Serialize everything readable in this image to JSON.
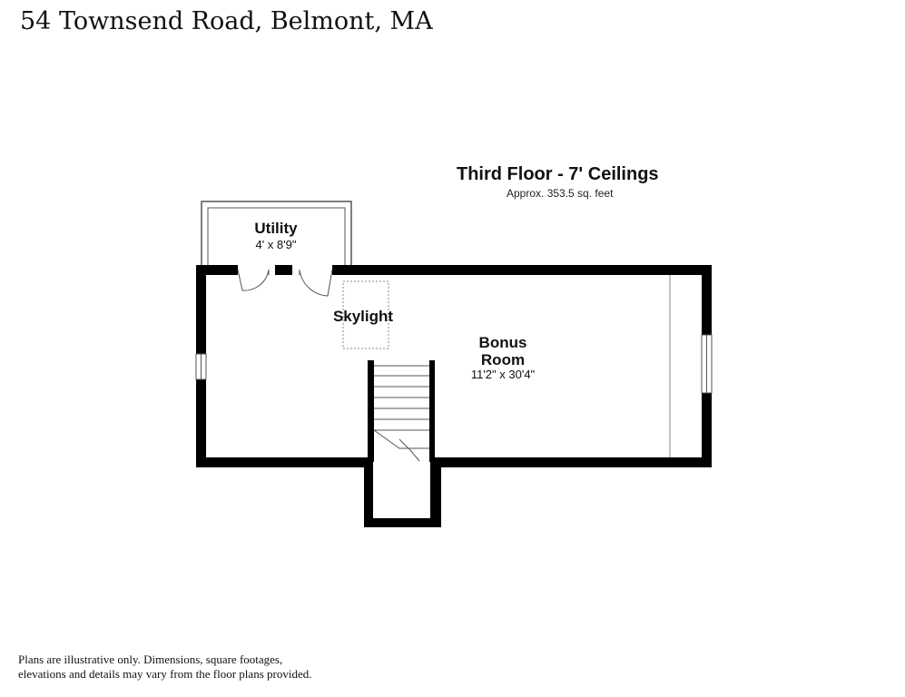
{
  "header": {
    "address": "54 Townsend Road, Belmont, MA"
  },
  "floor": {
    "title": "Third Floor - 7' Ceilings",
    "area": "Approx. 353.5 sq. feet"
  },
  "rooms": {
    "utility": {
      "name": "Utility",
      "dimensions": "4' x 8'9\""
    },
    "skylight": {
      "name": "Skylight"
    },
    "bonus_room": {
      "name_line1": "Bonus",
      "name_line2": "Room",
      "dimensions": "11'2\" x 30'4\""
    }
  },
  "footer": {
    "disclaimer_line1": "Plans are illustrative only. Dimensions, square footages,",
    "disclaimer_line2": "elevations and details may vary from the floor plans provided."
  },
  "colors": {
    "wall": "#000000",
    "thin_line": "#555555",
    "skylight_outline": "#888888",
    "background": "#ffffff"
  }
}
